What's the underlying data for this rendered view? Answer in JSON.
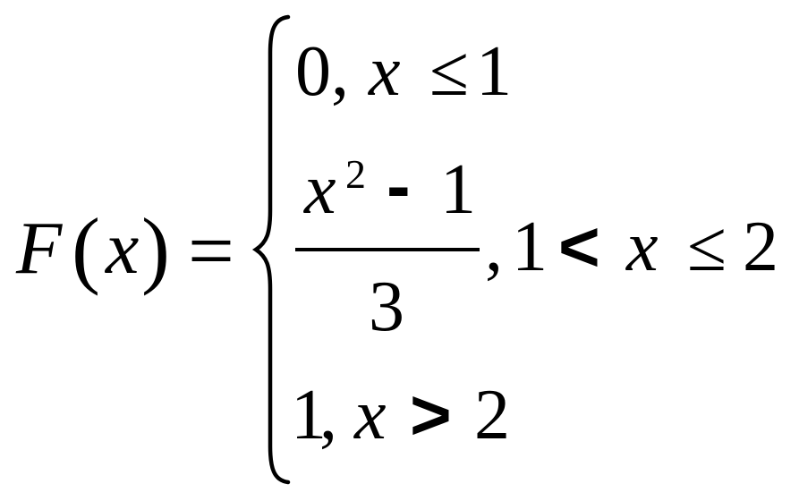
{
  "formula": {
    "lhs": {
      "function_name": "F",
      "open_paren": "(",
      "argument": "x",
      "close_paren": ")",
      "equals": "="
    },
    "brace": "left-brace-icon",
    "cases": [
      {
        "value": "0",
        "separator": ",",
        "condition_variable": "x",
        "condition_operator": "≤",
        "condition_bound": "1"
      },
      {
        "numerator": {
          "variable": "x",
          "exponent": "2",
          "operator": "-",
          "constant": "1"
        },
        "denominator": "3",
        "separator": ",",
        "condition_lower": "1",
        "condition_operator_lower": "<",
        "condition_variable": "x",
        "condition_operator_upper": "≤",
        "condition_upper": "2"
      },
      {
        "value": "1",
        "separator": ",",
        "condition_variable": "x",
        "condition_operator": ">",
        "condition_bound": "2"
      }
    ]
  },
  "colors": {
    "text": "#000000",
    "background": "#ffffff"
  }
}
